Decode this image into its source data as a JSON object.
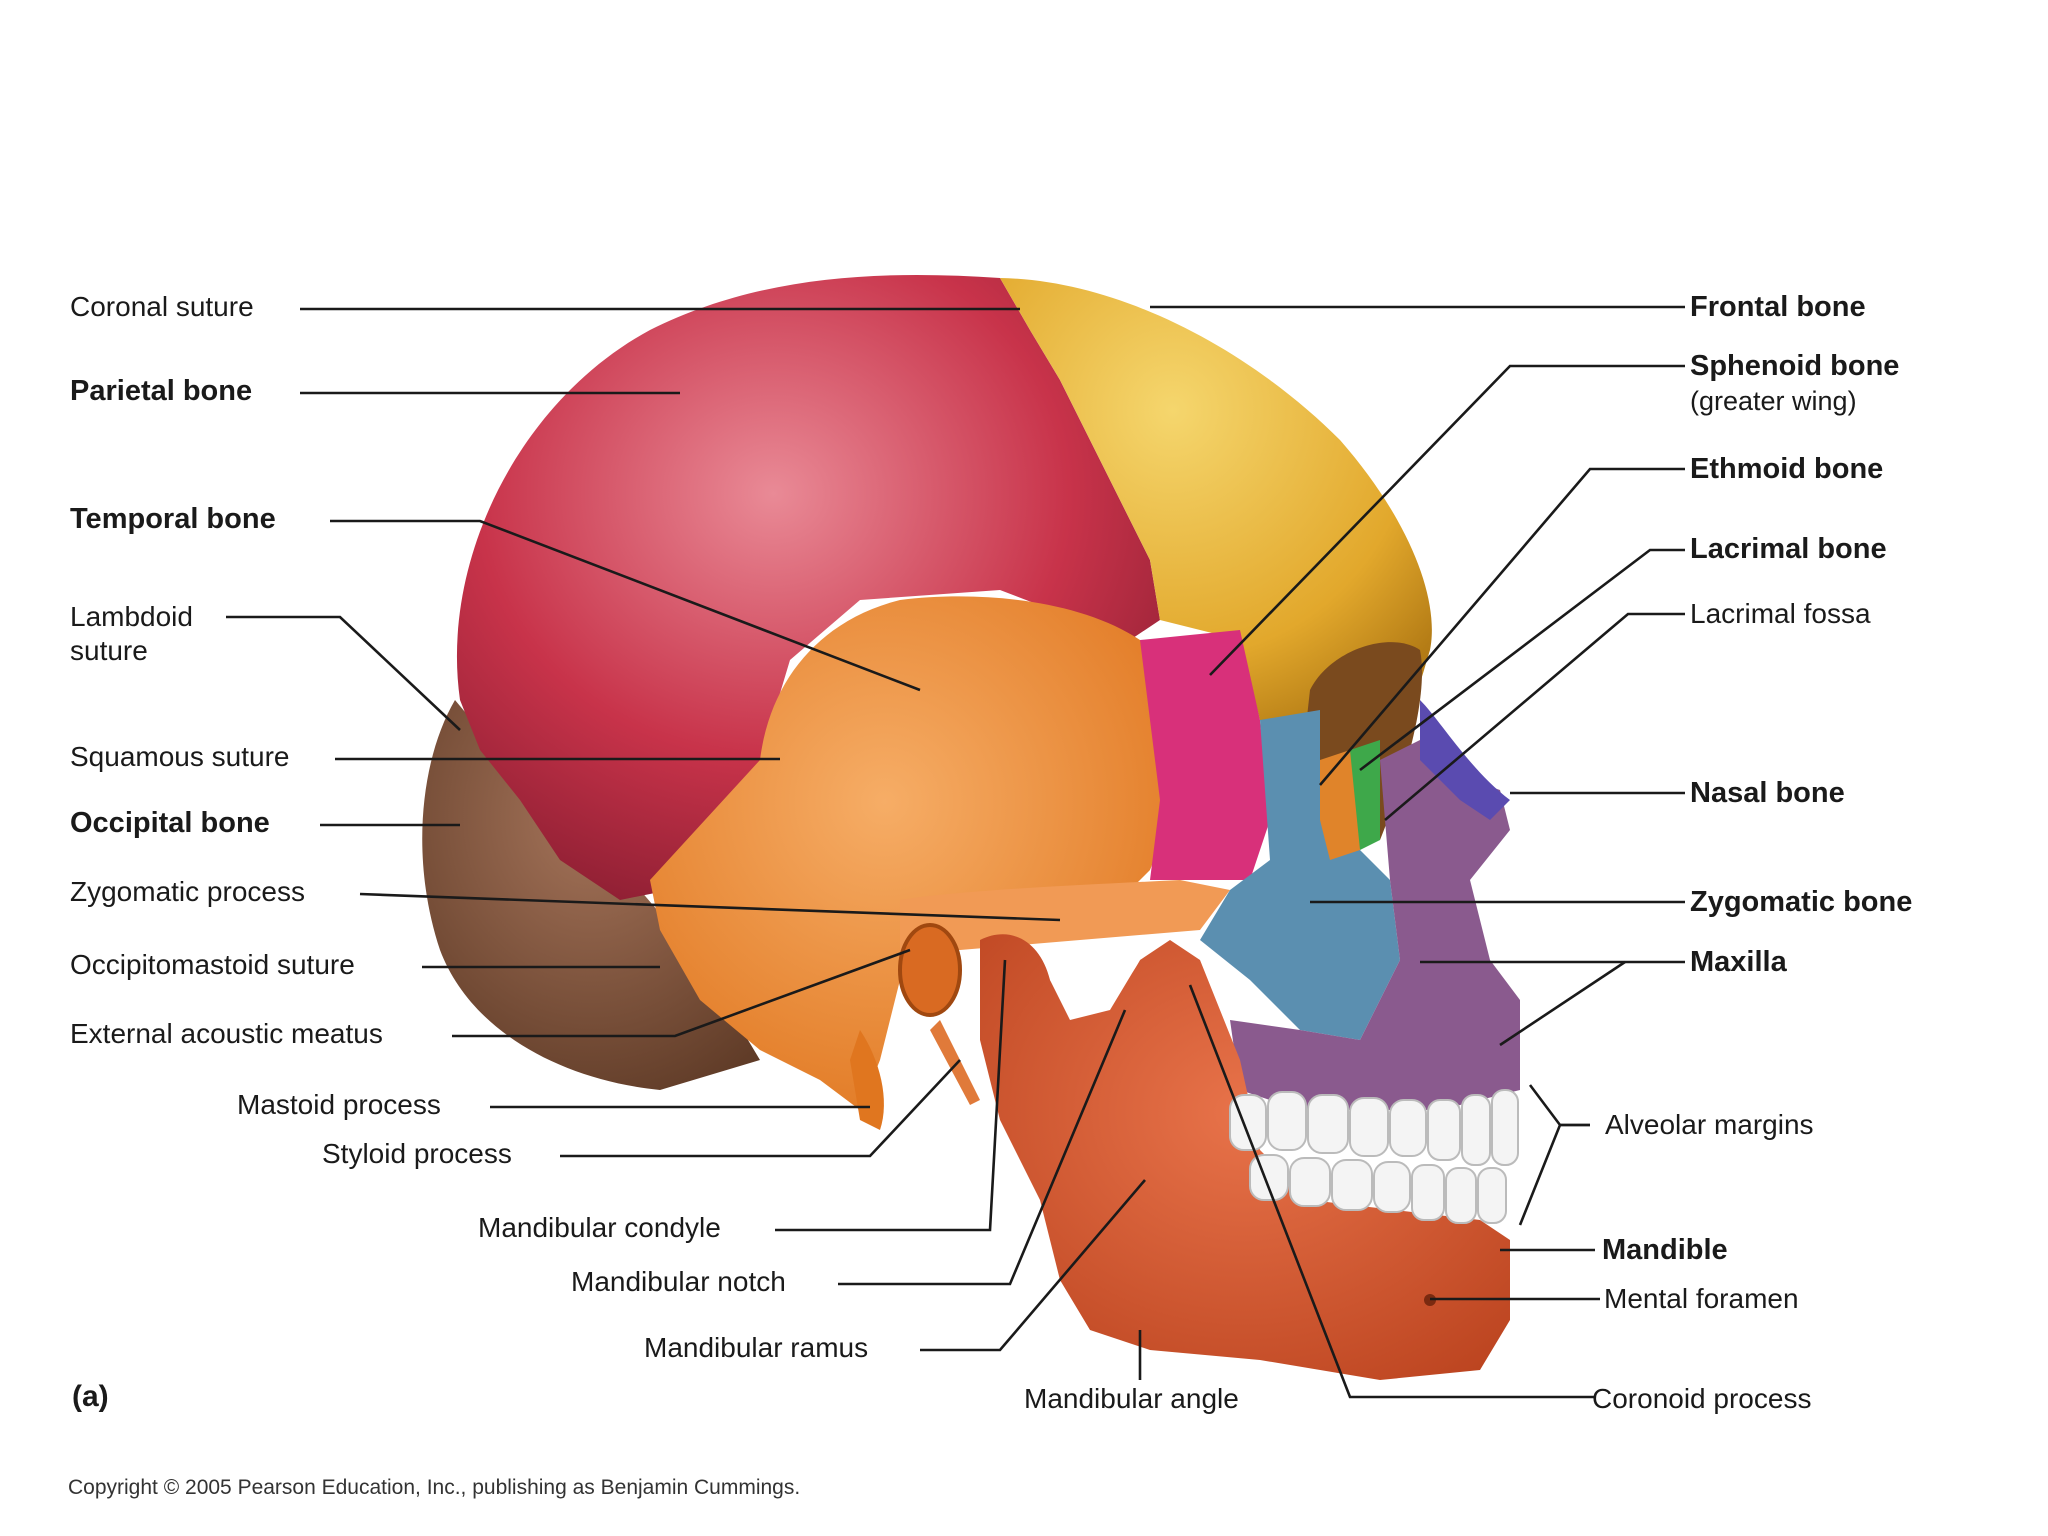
{
  "labels": {
    "coronal_suture": "Coronal suture",
    "parietal_bone": "Parietal bone",
    "temporal_bone": "Temporal bone",
    "lambdoid_suture_1": "Lambdoid",
    "lambdoid_suture_2": "suture",
    "squamous_suture": "Squamous suture",
    "occipital_bone": "Occipital bone",
    "zygomatic_process": "Zygomatic process",
    "occipitomastoid_suture": "Occipitomastoid suture",
    "external_acoustic_meatus": "External acoustic meatus",
    "mastoid_process": "Mastoid process",
    "styloid_process": "Styloid process",
    "mandibular_condyle": "Mandibular condyle",
    "mandibular_notch": "Mandibular notch",
    "mandibular_ramus": "Mandibular ramus",
    "mandibular_angle": "Mandibular angle",
    "frontal_bone": "Frontal bone",
    "sphenoid_bone": "Sphenoid bone",
    "sphenoid_sub": "(greater wing)",
    "ethmoid_bone": "Ethmoid bone",
    "lacrimal_bone": "Lacrimal bone",
    "lacrimal_fossa": "Lacrimal fossa",
    "nasal_bone": "Nasal bone",
    "zygomatic_bone": "Zygomatic bone",
    "maxilla": "Maxilla",
    "alveolar_margins": "Alveolar margins",
    "mandible": "Mandible",
    "mental_foramen": "Mental foramen",
    "coronoid_process": "Coronoid process"
  },
  "figure_label": "(a)",
  "copyright": "Copyright © 2005 Pearson Education, Inc., publishing as Benjamin Cummings.",
  "colors": {
    "parietal": "#c8334a",
    "frontal": "#e6b43a",
    "temporal": "#ef8a3a",
    "occipital": "#8b5a3c",
    "sphenoid": "#d8307a",
    "zygomatic": "#5b8fb0",
    "maxilla": "#8a5a8e",
    "mandible": "#d9532c",
    "nasal": "#5a4bb0",
    "ethmoid": "#3ea84a",
    "lacrimal": "#e0842a",
    "teeth": "#f4f4f4"
  }
}
